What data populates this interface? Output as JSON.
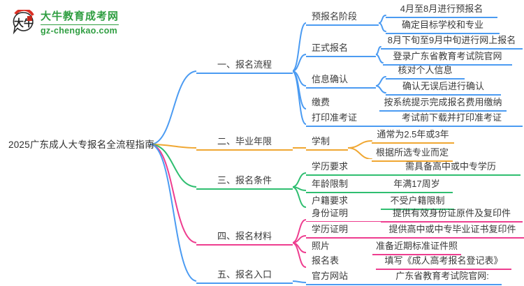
{
  "logo": {
    "title": "大牛教育成考网",
    "domain": "gz-chengkao.com",
    "icon": "dainiu-speech-bubble-logo",
    "icon_glyph": "大牛"
  },
  "colors": {
    "blue": "#4b9bf2",
    "orange": "#f0a732",
    "green": "#2fbe70",
    "pink": "#ee3d8f",
    "text": "#3a3a3a",
    "brand": "#2f9e41",
    "logo_red": "#d93025"
  },
  "root": {
    "label": "2025广东成人大专报名全流程指南"
  },
  "branches": [
    {
      "label": "一、报名流程",
      "color": "blue",
      "children": [
        {
          "label": "预报名阶段",
          "children": [
            {
              "label": "4月至8月进行预报名"
            },
            {
              "label": "确定目标学校和专业"
            }
          ]
        },
        {
          "label": "正式报名",
          "children": [
            {
              "label": "8月下旬至9月中旬进行网上报名"
            },
            {
              "label": "登录广东省教育考试院官网"
            }
          ]
        },
        {
          "label": "信息确认",
          "children": [
            {
              "label": "核对个人信息"
            },
            {
              "label": "确认无误后进行确认"
            }
          ]
        },
        {
          "label": "缴费",
          "children": [
            {
              "label": "按系统提示完成报名费用缴纳"
            }
          ]
        },
        {
          "label": "打印准考证",
          "children": [
            {
              "label": "考试前下载并打印准考证"
            }
          ]
        }
      ]
    },
    {
      "label": "二、毕业年限",
      "color": "orange",
      "children": [
        {
          "label": "学制",
          "children": [
            {
              "label": "通常为2.5年或3年"
            },
            {
              "label": "根据所选专业而定"
            }
          ]
        }
      ]
    },
    {
      "label": "三、报名条件",
      "color": "green",
      "children": [
        {
          "label": "学历要求",
          "children": [
            {
              "label": "需具备高中或中专学历"
            }
          ]
        },
        {
          "label": "年龄限制",
          "children": [
            {
              "label": "年满17周岁"
            }
          ]
        },
        {
          "label": "户籍要求",
          "children": [
            {
              "label": "不受户籍限制"
            }
          ]
        }
      ]
    },
    {
      "label": "四、报名材料",
      "color": "pink",
      "children": [
        {
          "label": "身份证明",
          "children": [
            {
              "label": "提供有效身份证原件及复印件"
            }
          ]
        },
        {
          "label": "学历证明",
          "children": [
            {
              "label": "提供高中或中专毕业证书复印件"
            }
          ]
        },
        {
          "label": "照片",
          "children": [
            {
              "label": "准备近期标准证件照"
            }
          ]
        },
        {
          "label": "报名表",
          "children": [
            {
              "label": "填写《成人高考报名登记表》"
            }
          ]
        }
      ]
    },
    {
      "label": "五、报名入口",
      "color": "blue",
      "children": [
        {
          "label": "官方网站",
          "children": [
            {
              "label": "广东省教育考试院官网:"
            }
          ]
        }
      ]
    }
  ]
}
